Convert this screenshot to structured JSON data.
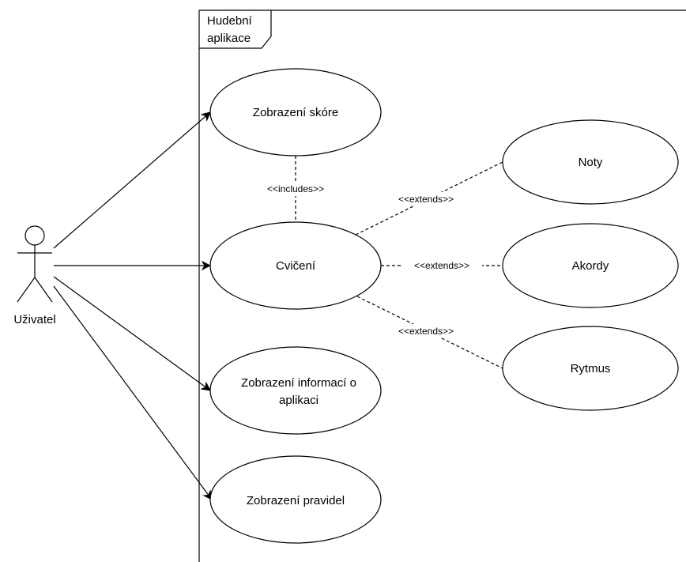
{
  "system_boundary": {
    "title_line1": "Hudební",
    "title_line2": "aplikace"
  },
  "actor": {
    "name": "Uživatel"
  },
  "use_cases": {
    "score": "Zobrazení skóre",
    "practice": "Cvičení",
    "info_line1": "Zobrazení informací o",
    "info_line2": "aplikaci",
    "rules": "Zobrazení pravidel",
    "notes": "Noty",
    "chords": "Akordy",
    "rhythm": "Rytmus"
  },
  "relations": {
    "includes": "<<includes>>",
    "extends_notes": "<<extends>>",
    "extends_chords": "<<extends>>",
    "extends_rhythm": "<<extends>>"
  }
}
